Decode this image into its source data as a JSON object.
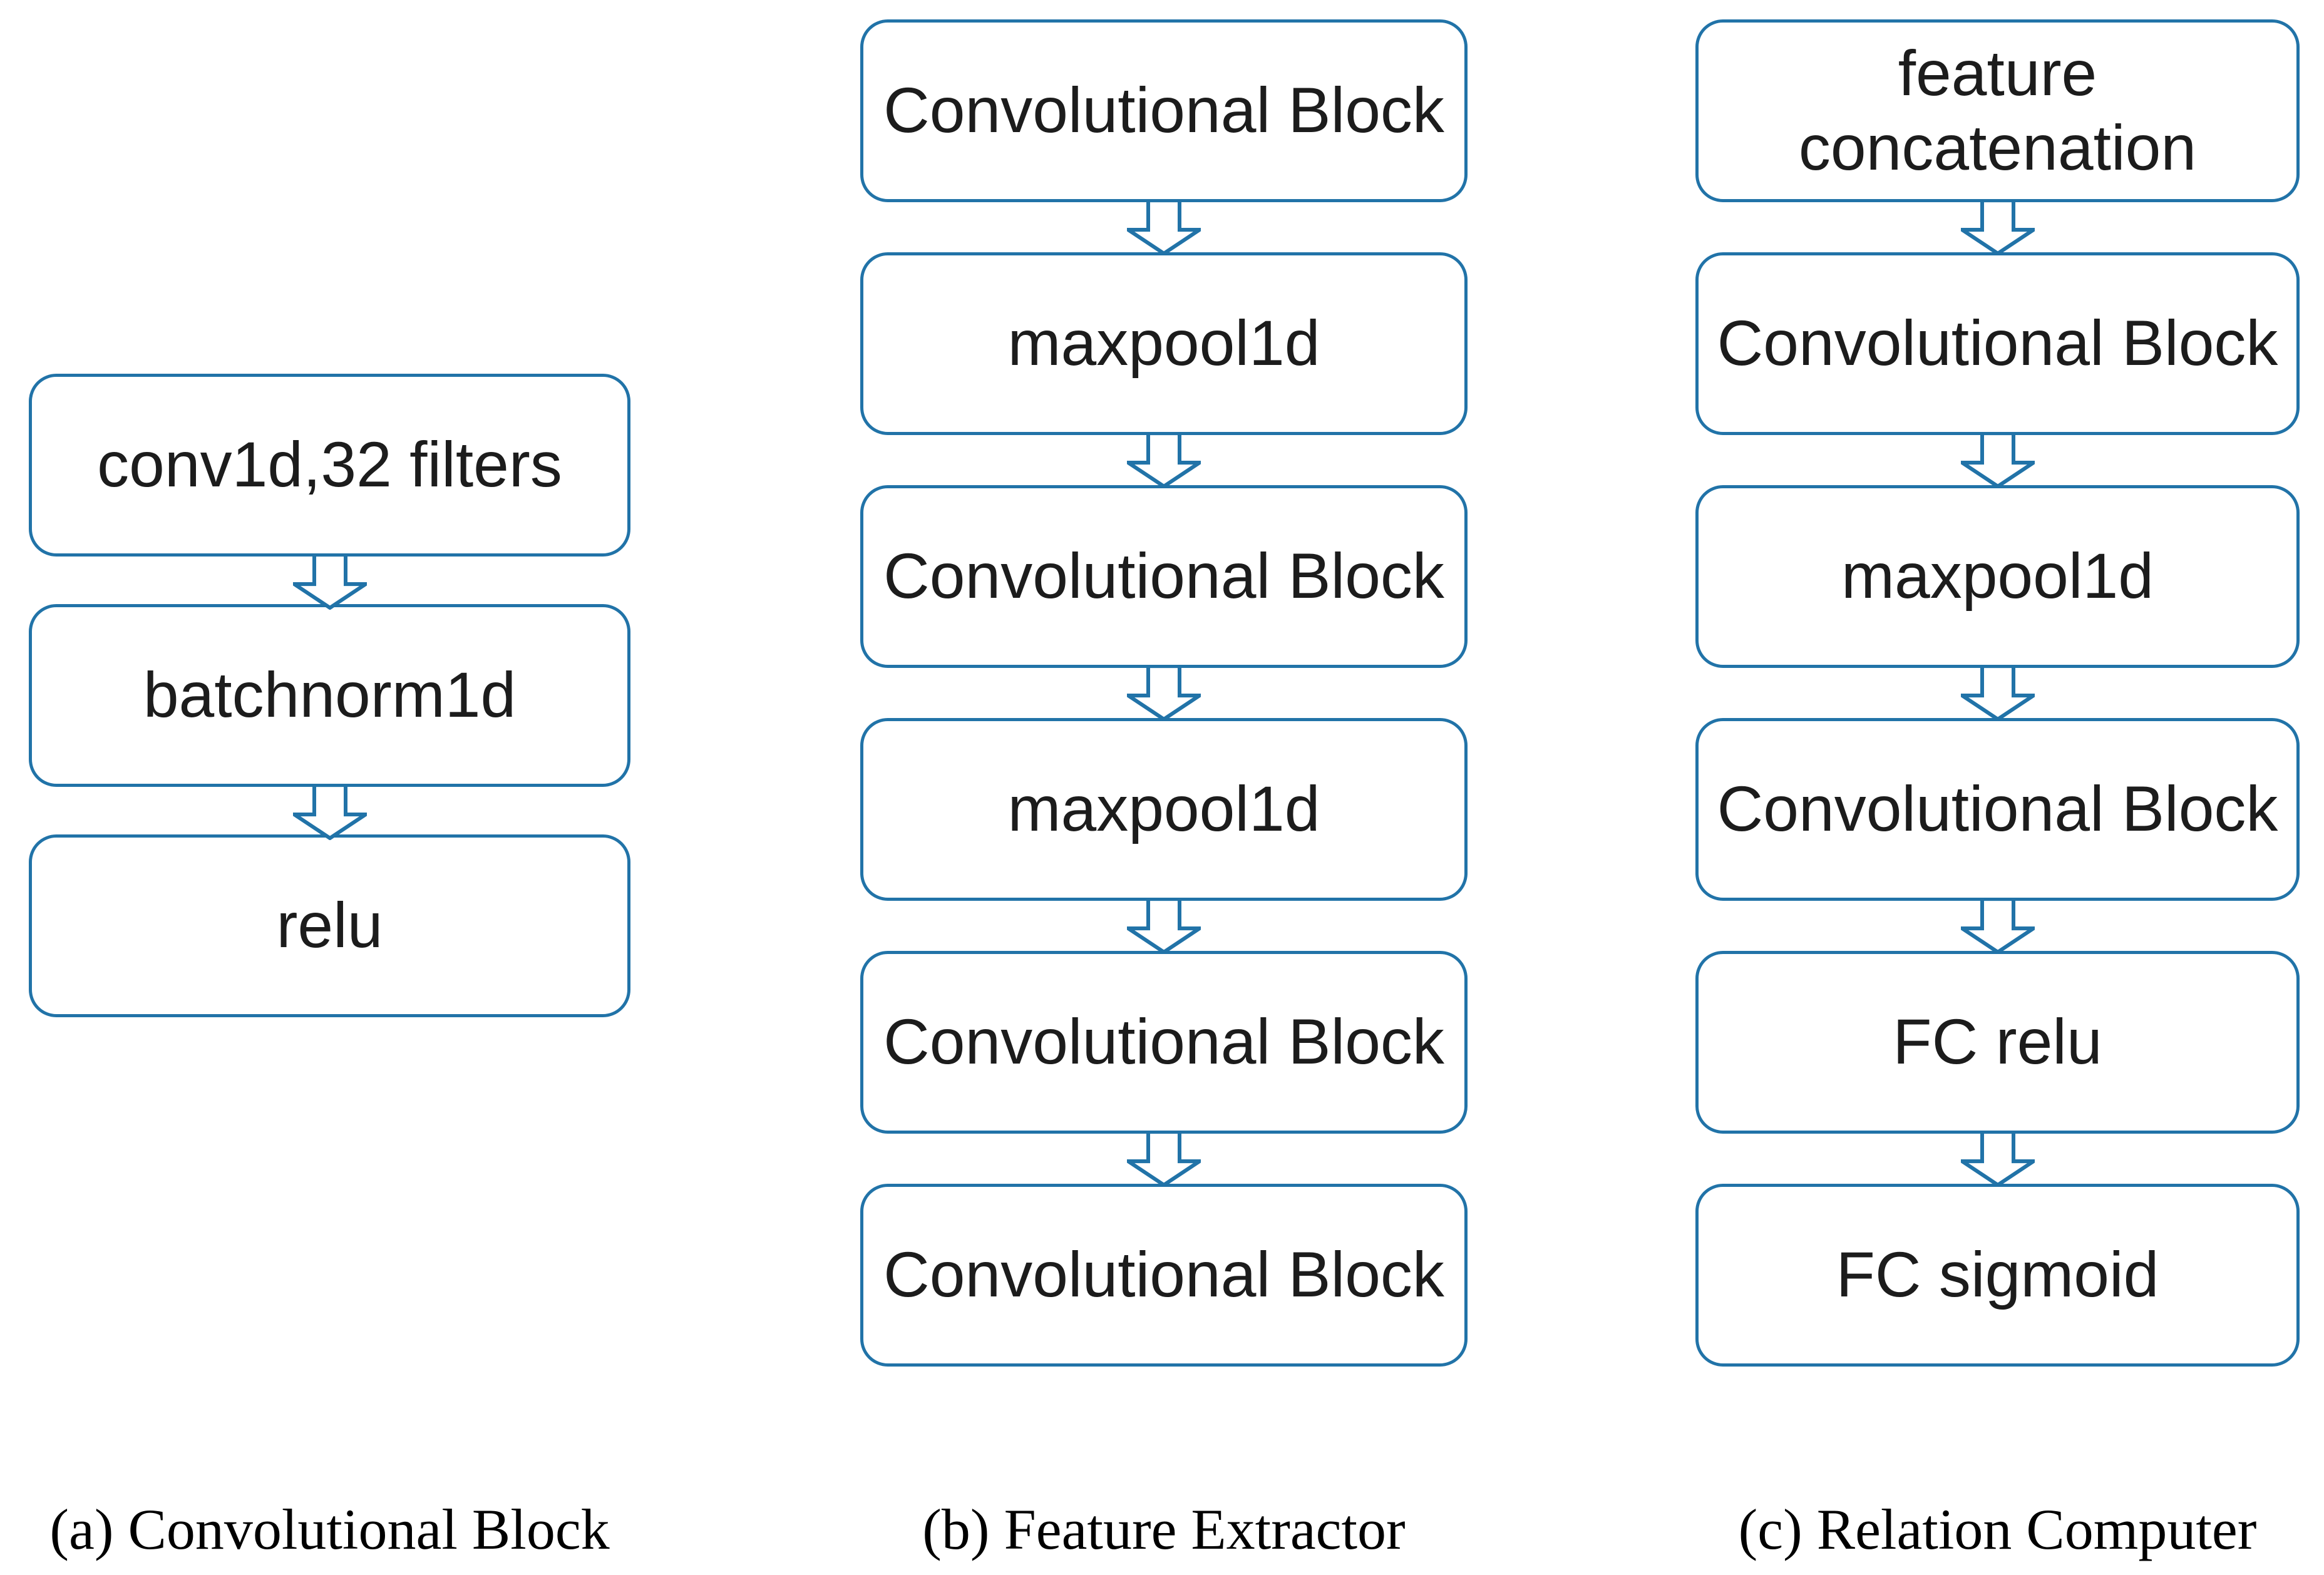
{
  "figure": {
    "columns": [
      {
        "caption": "(a) Convolutional Block",
        "boxes": [
          "conv1d,32 filters",
          "batchnorm1d",
          "relu"
        ]
      },
      {
        "caption": "(b) Feature Extractor",
        "boxes": [
          "Convolutional Block",
          "maxpool1d",
          "Convolutional Block",
          "maxpool1d",
          "Convolutional Block",
          "Convolutional Block"
        ]
      },
      {
        "caption": "(c) Relation Computer",
        "boxes": [
          "feature concatenation",
          "Convolutional Block",
          "maxpool1d",
          "Convolutional Block",
          "FC relu",
          "FC sigmoid"
        ]
      }
    ],
    "colors": {
      "box_border": "#2173A8",
      "arrow_outline": "#2173A8",
      "arrow_fill": "#ffffff",
      "box_text": "#1c1c1c",
      "caption_text": "#000000",
      "background": "#ffffff"
    },
    "icons": {
      "connector": "down-block-arrow"
    }
  }
}
